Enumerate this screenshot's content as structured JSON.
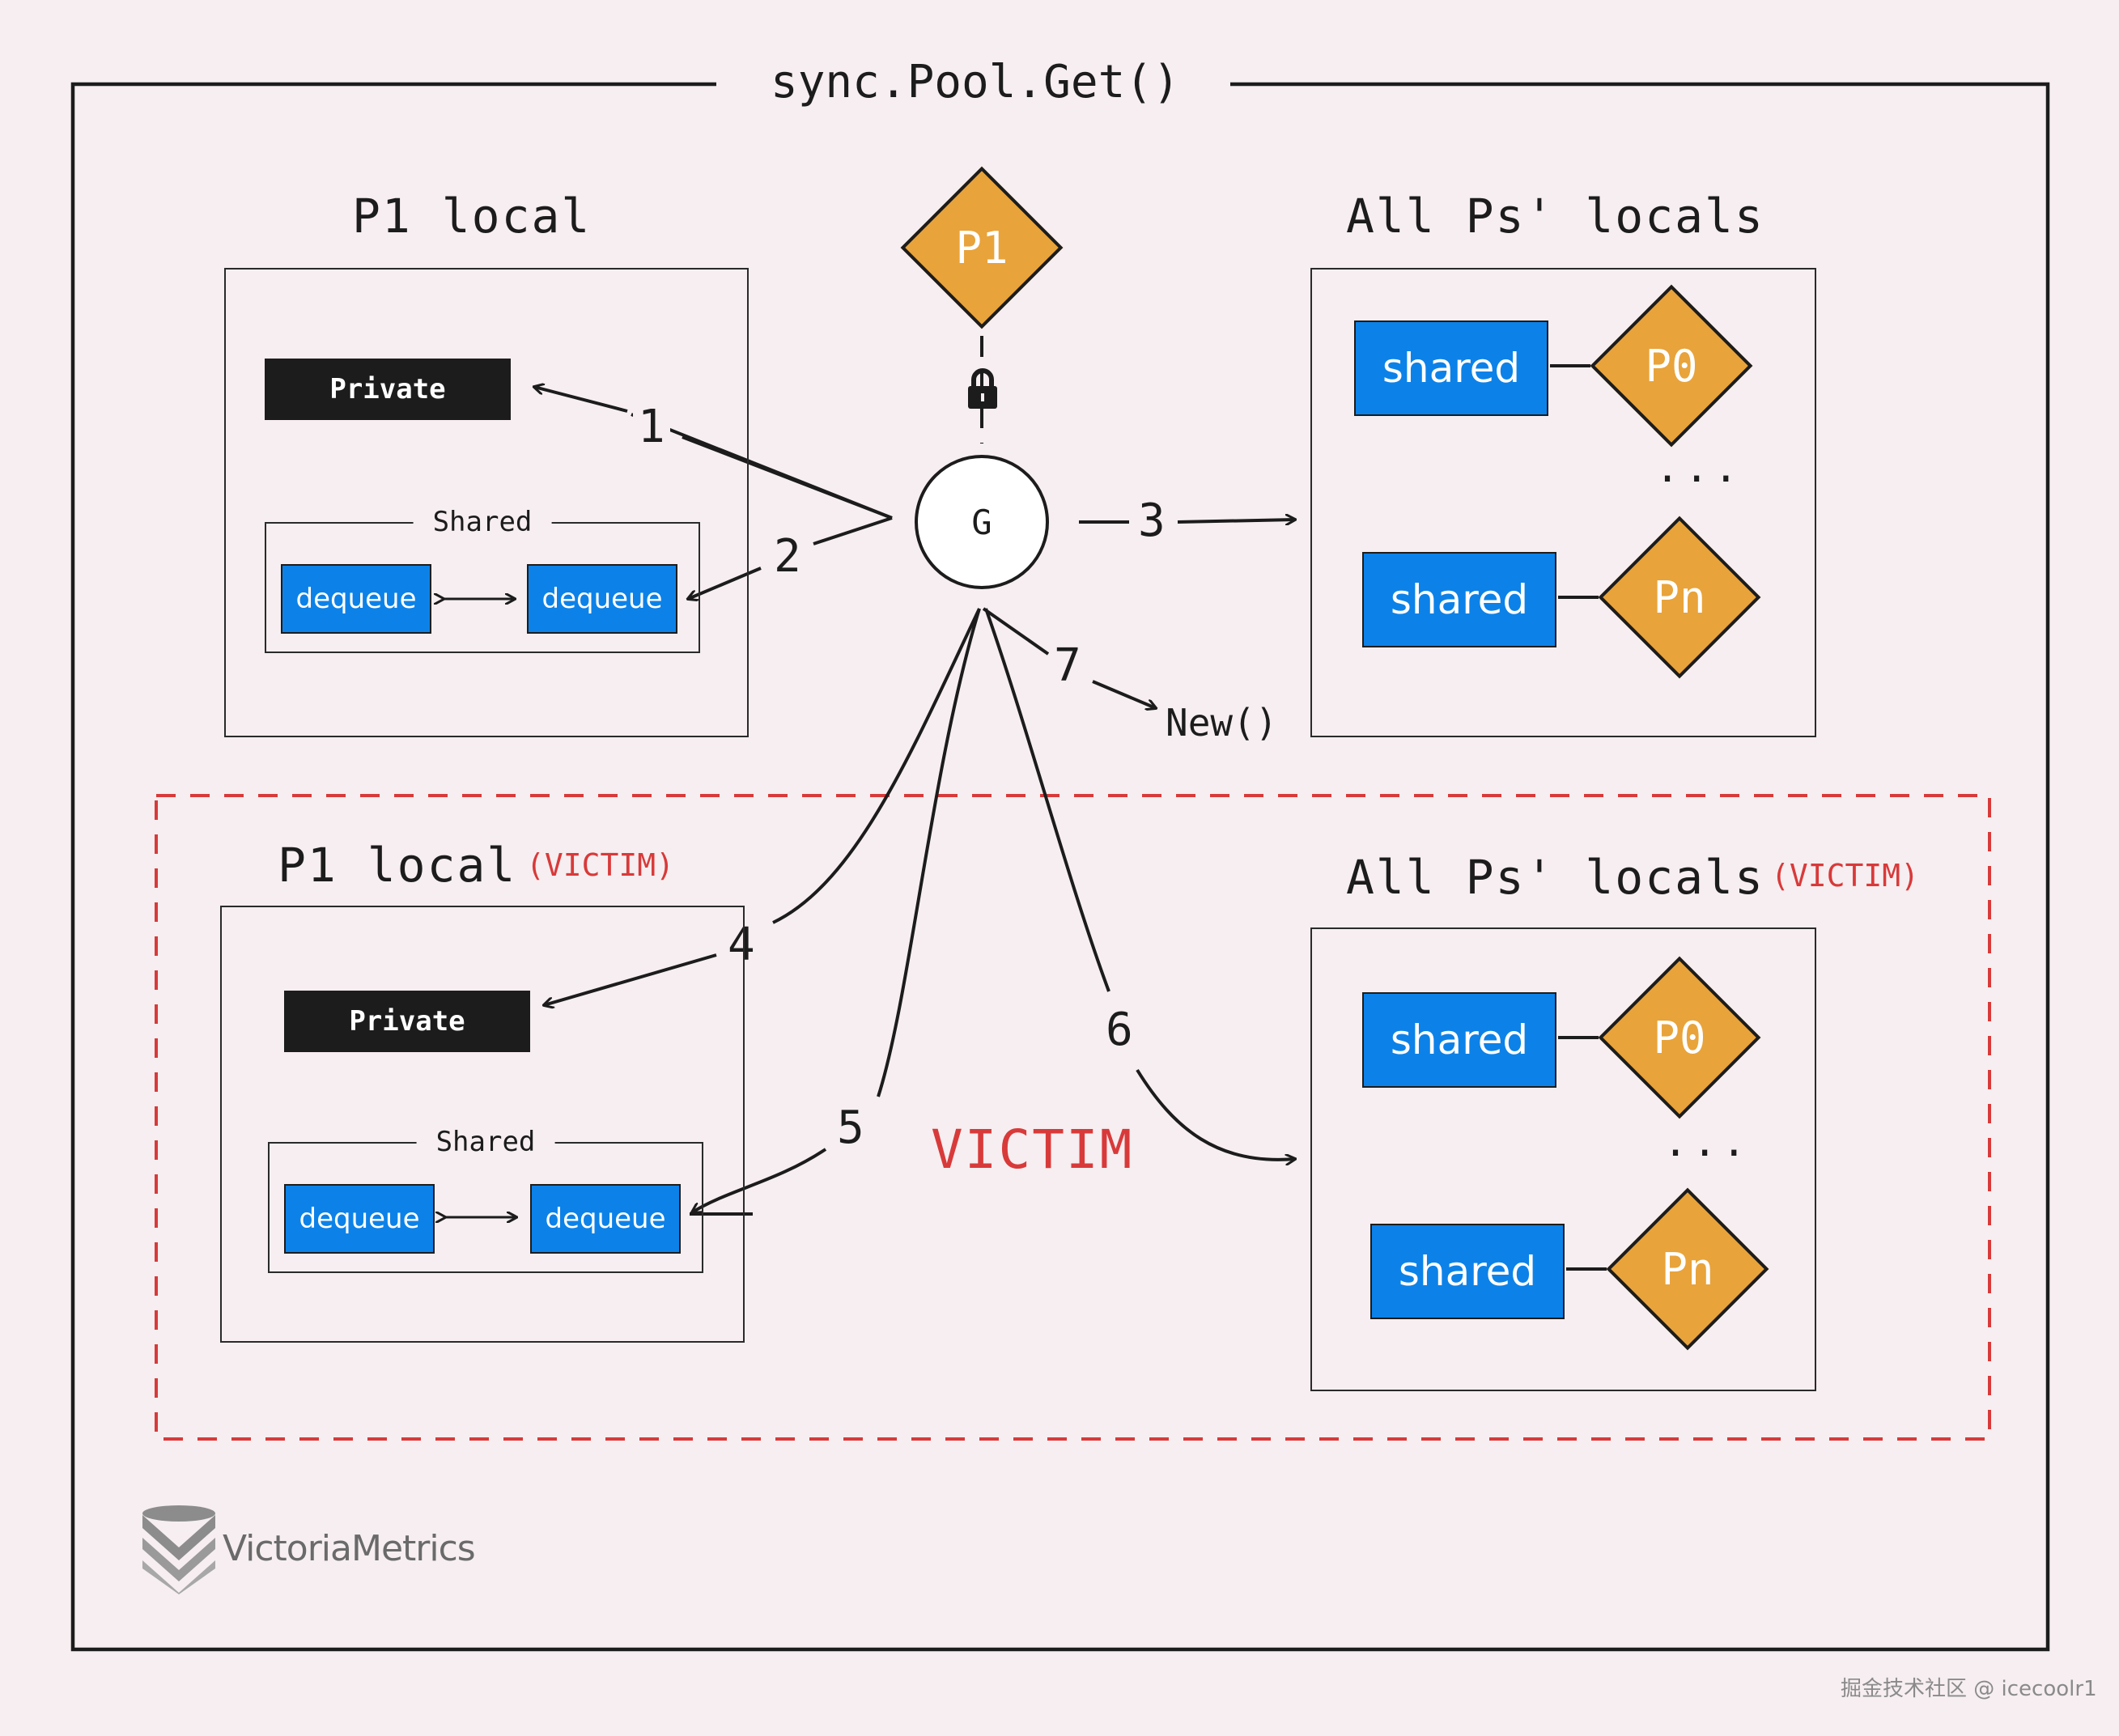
{
  "title": "sync.Pool.Get()",
  "center": {
    "p1_label": "P1",
    "g_label": "G"
  },
  "top_left": {
    "title": "P1 local",
    "private_label": "Private",
    "shared_title": "Shared",
    "dequeue_left": "dequeue",
    "dequeue_right": "dequeue"
  },
  "top_right": {
    "title": "All Ps' locals",
    "row0": {
      "shared": "shared",
      "proc": "P0"
    },
    "ellipsis": "...",
    "row1": {
      "shared": "shared",
      "proc": "Pn"
    }
  },
  "new_call": "New()",
  "victim_region": {
    "left_title": "P1 local",
    "left_tag": "(VICTIM)",
    "private_label": "Private",
    "shared_title": "Shared",
    "dequeue_left": "dequeue",
    "dequeue_right": "dequeue",
    "right_title": "All Ps' locals",
    "right_tag": "(VICTIM)",
    "row0": {
      "shared": "shared",
      "proc": "P0"
    },
    "ellipsis": "...",
    "row1": {
      "shared": "shared",
      "proc": "Pn"
    },
    "center_label": "VICTIM"
  },
  "steps": [
    "1",
    "2",
    "3",
    "4",
    "5",
    "6",
    "7"
  ],
  "brand": {
    "logo_text": "VictoriaMetrics",
    "watermark": "掘金技术社区 @ icecoolr1"
  },
  "colors": {
    "background": "#f6eef0",
    "blue": "#0c82e8",
    "orange": "#e8a33a",
    "victim_red": "#d83a3a",
    "ink": "#1c1c1c"
  }
}
